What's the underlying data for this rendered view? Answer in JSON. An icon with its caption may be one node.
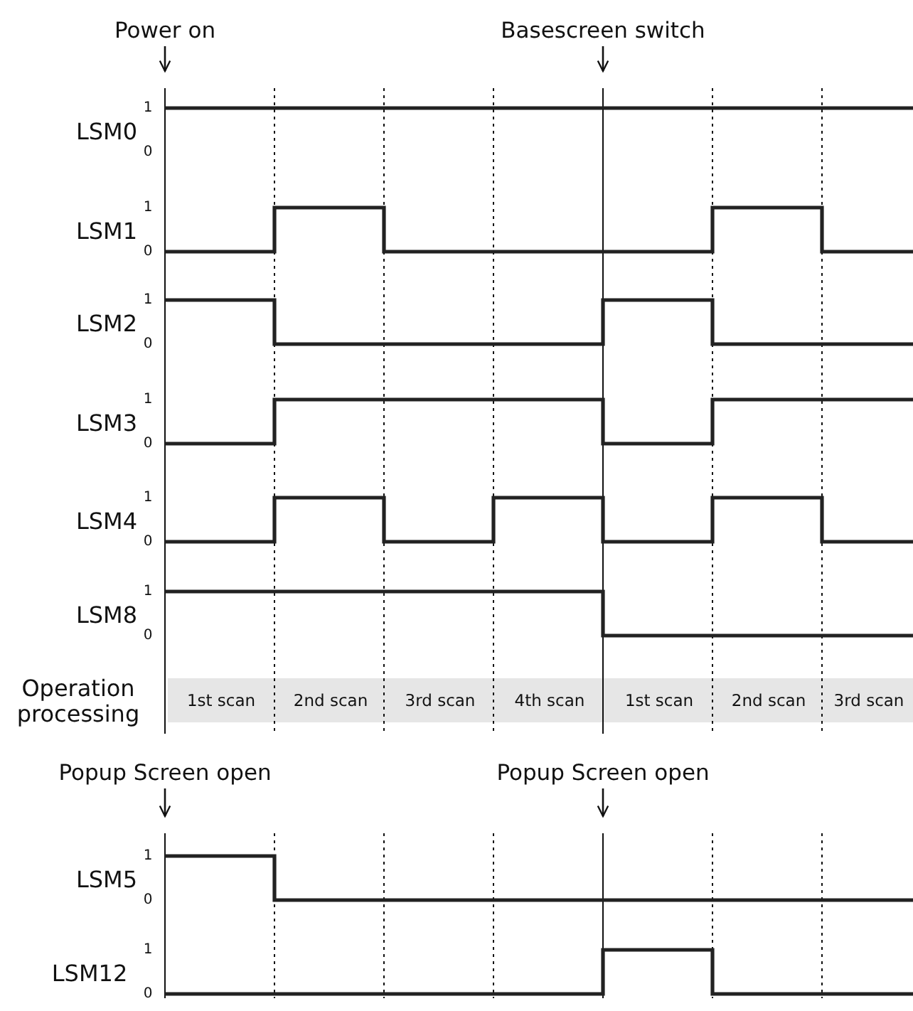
{
  "diagram": {
    "nodes": [
      {
        "text": [
          "Power on"
        ]
      },
      {
        "text": [
          "Basescreen switch"
        ]
      },
      {
        "text": [
          "Popup Screen open"
        ]
      },
      {
        "text": [
          "Popup Screen open"
        ]
      }
    ],
    "edges": [
      {
        "from": 0,
        "to": null,
        "arrow": "to"
      },
      {
        "from": 1,
        "to": null,
        "arrow": "to"
      },
      {
        "from": 2,
        "to": null,
        "arrow": "to"
      },
      {
        "from": 3,
        "to": null,
        "arrow": "to"
      }
    ],
    "labels": [
      "LSM0",
      "1",
      "0",
      "LSM1",
      "1",
      "0",
      "LSM2",
      "1",
      "0",
      "LSM3",
      "1",
      "0",
      "LSM4",
      "1",
      "0",
      "LSM8",
      "1",
      "0",
      "Operation processing",
      "1st scan",
      "2nd scan",
      "3rd scan",
      "4th scan",
      "1st scan",
      "2nd scan",
      "3rd scan",
      "LSM5",
      "1",
      "0",
      "LSM12",
      "1",
      "0"
    ]
  }
}
